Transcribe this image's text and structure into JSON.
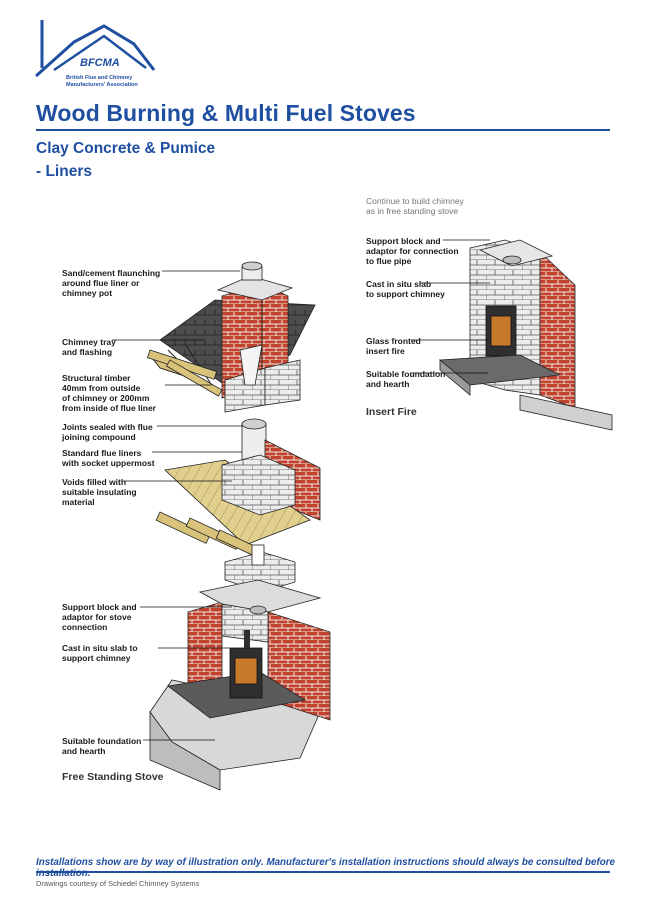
{
  "brand": {
    "acronym": "BFCMA",
    "full_name_line1": "British Flue and Chimney",
    "full_name_line2": "Manufacturers' Association"
  },
  "title": "Wood Burning & Multi Fuel Stoves",
  "subtitle_line1": "Clay Concrete & Pumice",
  "subtitle_line2": "- Liners",
  "free_standing": {
    "labels": [
      "Sand/cement flaunching\naround flue liner or\nchimney pot",
      "Chimney tray\nand flashing",
      "Structural timber\n40mm from outside\nof chimney or 200mm\nfrom inside of flue liner",
      "Joints sealed with flue\njoining compound",
      "Standard flue liners\nwith socket uppermost",
      "Voids filled with\nsuitable insulating\nmaterial",
      "Support block and\nadaptor for stove\nconnection",
      "Cast in situ slab to\nsupport chimney",
      "Suitable foundation\nand hearth"
    ],
    "caption": "Free Standing Stove"
  },
  "insert_fire": {
    "note": "Continue to build chimney\nas in free standing stove",
    "labels": [
      "Support block and\nadaptor for connection\nto flue pipe",
      "Cast in situ slab\nto support chimney",
      "Glass fronted\ninsert fire",
      "Suitable foundation\nand hearth"
    ],
    "caption": "Insert Fire"
  },
  "footer_note": "Installations show are by way of illustration only. Manufacturer's installation instructions should always be consulted before installation.",
  "credit": "Drawings courtesy of Schiedel Chimney Systems",
  "colors": {
    "brand_blue": "#1f4fa0",
    "brick": "#c0432e",
    "slate": "#4a4a4a",
    "timber": "#d9c27a",
    "block": "#e8e8e8"
  }
}
